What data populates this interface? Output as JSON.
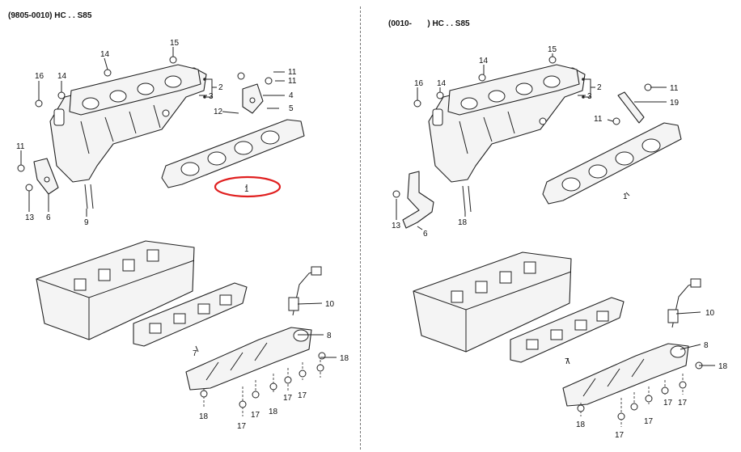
{
  "left_panel": {
    "header": "(9805-0010) HC . . S85",
    "callouts": {
      "c1": "1",
      "c2": "2",
      "c3": "3",
      "c4": "4",
      "c5": "5",
      "c6": "6",
      "c7": "7",
      "c8": "8",
      "c9": "9",
      "c10": "10",
      "c11a": "11",
      "c11b": "11",
      "c11c": "11",
      "c12": "12",
      "c13": "13",
      "c14a": "14",
      "c14b": "14",
      "c15": "15",
      "c16": "16",
      "c17a": "17",
      "c17b": "17",
      "c17c": "17",
      "c17d": "17",
      "c18a": "18",
      "c18b": "18",
      "c18c": "18"
    }
  },
  "right_panel": {
    "header": "(0010-       ) HC . . S85",
    "callouts": {
      "c1": "1",
      "c2": "2",
      "c3": "3",
      "c6": "6",
      "c7": "7",
      "c8": "8",
      "c10": "10",
      "c11a": "11",
      "c11b": "11",
      "c13": "13",
      "c14a": "14",
      "c14b": "14",
      "c15": "15",
      "c16": "16",
      "c17a": "17",
      "c17b": "17",
      "c17c": "17",
      "c17d": "17",
      "c18a": "18",
      "c18b": "18",
      "c18c": "18",
      "c19": "19"
    }
  },
  "highlight_color": "#e02020"
}
